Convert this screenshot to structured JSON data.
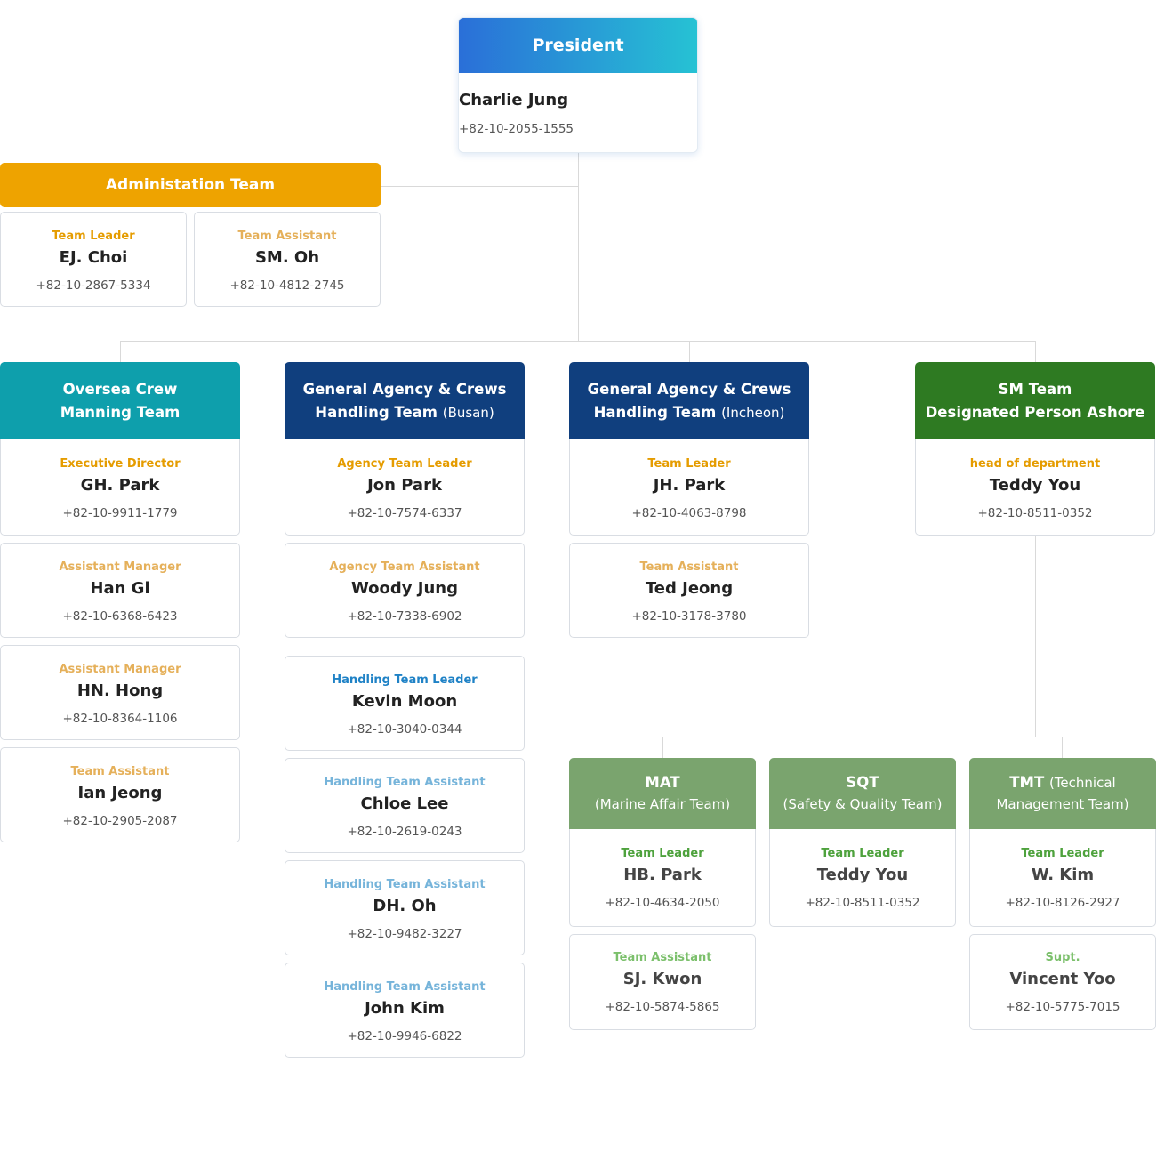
{
  "president": {
    "title": "President",
    "name": "Charlie Jung",
    "phone": "+82-10-2055-1555"
  },
  "admin": {
    "title": "Administation Team",
    "members": [
      {
        "role": "Team Leader",
        "name": "EJ. Choi",
        "phone": "+82-10-2867-5334"
      },
      {
        "role": "Team Assistant",
        "name": "SM. Oh",
        "phone": "+82-10-4812-2745"
      }
    ]
  },
  "oversea": {
    "title_line1": "Oversea Crew",
    "title_line2": "Manning Team",
    "members": [
      {
        "role": "Executive Director",
        "name": "GH. Park",
        "phone": "+82-10-9911-1779"
      },
      {
        "role": "Assistant Manager",
        "name": "Han Gi",
        "phone": "+82-10-6368-6423"
      },
      {
        "role": "Assistant Manager",
        "name": "HN. Hong",
        "phone": "+82-10-8364-1106"
      },
      {
        "role": "Team Assistant",
        "name": "Ian Jeong",
        "phone": "+82-10-2905-2087"
      }
    ]
  },
  "busan": {
    "title_line1": "General Agency & Crews",
    "title_line2": "Handling Team",
    "title_suffix": "(Busan)",
    "members": [
      {
        "role": "Agency Team Leader",
        "name": "Jon Park",
        "phone": "+82-10-7574-6337"
      },
      {
        "role": "Agency Team Assistant",
        "name": "Woody Jung",
        "phone": "+82-10-7338-6902"
      },
      {
        "role": "Handling Team Leader",
        "name": "Kevin Moon",
        "phone": "+82-10-3040-0344"
      },
      {
        "role": "Handling Team Assistant",
        "name": "Chloe Lee",
        "phone": "+82-10-2619-0243"
      },
      {
        "role": "Handling Team Assistant",
        "name": "DH. Oh",
        "phone": "+82-10-9482-3227"
      },
      {
        "role": "Handling Team Assistant",
        "name": "John Kim",
        "phone": "+82-10-9946-6822"
      }
    ]
  },
  "incheon": {
    "title_line1": "General Agency & Crews",
    "title_line2": "Handling Team",
    "title_suffix": "(Incheon)",
    "members": [
      {
        "role": "Team Leader",
        "name": "JH. Park",
        "phone": "+82-10-4063-8798"
      },
      {
        "role": "Team Assistant",
        "name": "Ted Jeong",
        "phone": "+82-10-3178-3780"
      }
    ]
  },
  "sm": {
    "title_line1": "SM Team",
    "title_line2": "Designated Person Ashore",
    "members": [
      {
        "role": "head of department",
        "name": "Teddy You",
        "phone": "+82-10-8511-0352"
      }
    ]
  },
  "mat": {
    "title_bold": "MAT",
    "title_sub": "(Marine Affair Team)",
    "members": [
      {
        "role": "Team Leader",
        "name": "HB. Park",
        "phone": "+82-10-4634-2050"
      },
      {
        "role": "Team Assistant",
        "name": "SJ. Kwon",
        "phone": "+82-10-5874-5865"
      }
    ]
  },
  "sqt": {
    "title_bold": "SQT",
    "title_sub": "(Safety & Quality Team)",
    "members": [
      {
        "role": "Team Leader",
        "name": "Teddy You",
        "phone": "+82-10-8511-0352"
      }
    ]
  },
  "tmt": {
    "title_bold": "TMT",
    "title_suffix": "(Technical",
    "title_sub": "Management Team)",
    "members": [
      {
        "role": "Team Leader",
        "name": "W. Kim",
        "phone": "+82-10-8126-2927"
      },
      {
        "role": "Supt.",
        "name": "Vincent Yoo",
        "phone": "+82-10-5775-7015"
      }
    ]
  },
  "colors": {
    "president_gradient": [
      "#2a6fd8",
      "#26c2d4"
    ],
    "admin": "#eea300",
    "oversea": "#0e9fac",
    "agency": "#103f7e",
    "sm": "#2e7a22",
    "subteam": "#7aa46e"
  }
}
